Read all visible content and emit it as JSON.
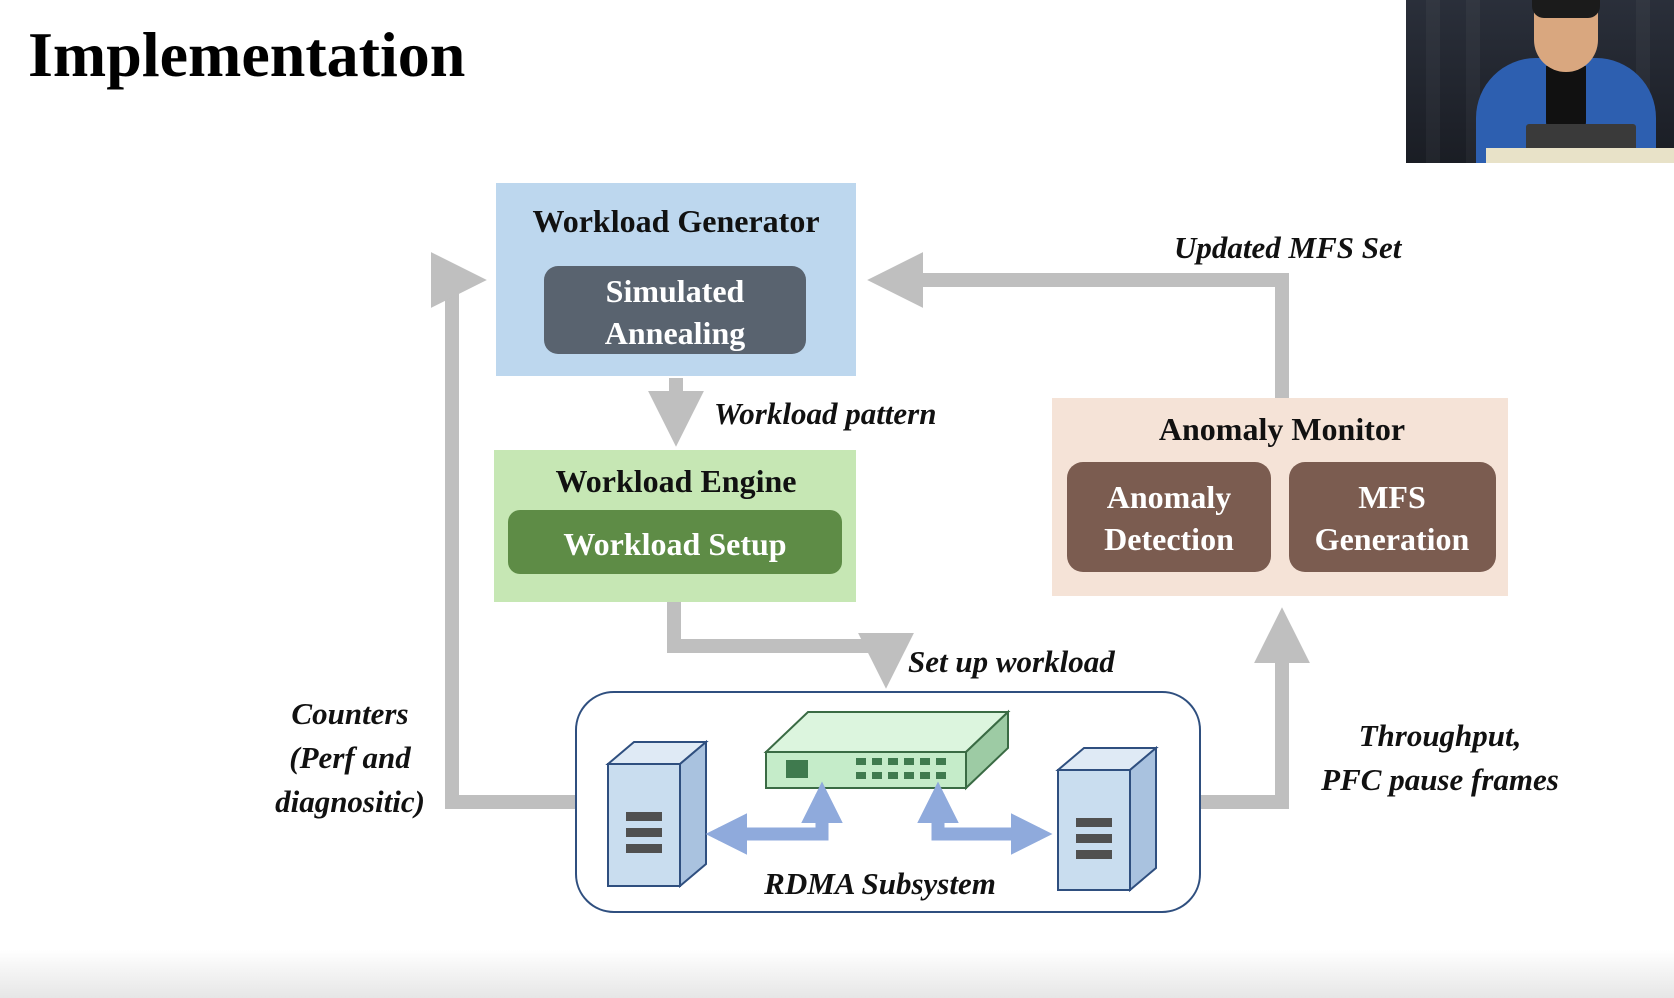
{
  "slide": {
    "title": "Implementation"
  },
  "diagram": {
    "workload_generator": {
      "title": "Workload Generator",
      "inner": [
        "Simulated",
        "Annealing"
      ],
      "fill": "#bdd7ee",
      "inner_fill": "#59636f"
    },
    "workload_engine": {
      "title": "Workload Engine",
      "inner": "Workload Setup",
      "fill": "#c6e7b4",
      "inner_fill": "#5e8c46"
    },
    "anomaly_monitor": {
      "title": "Anomaly Monitor",
      "detection": [
        "Anomaly",
        "Detection"
      ],
      "generation": [
        "MFS",
        "Generation"
      ],
      "fill": "#f5e3d7",
      "inner_fill": "#7b5c50"
    },
    "rdma_subsystem": {
      "label": "RDMA Subsystem"
    },
    "edges": {
      "workload_pattern": "Workload pattern",
      "updated_mfs_set": "Updated MFS Set",
      "set_up_workload": "Set up workload",
      "counters": [
        "Counters",
        "(Perf and",
        "diagnositic)"
      ],
      "throughput": [
        "Throughput,",
        "PFC pause frames"
      ]
    },
    "colors": {
      "arrow": "#bfbfbf",
      "bidir_arrow": "#8faadc",
      "server": "#c9ddef",
      "switch": "#c5ecc9"
    }
  }
}
